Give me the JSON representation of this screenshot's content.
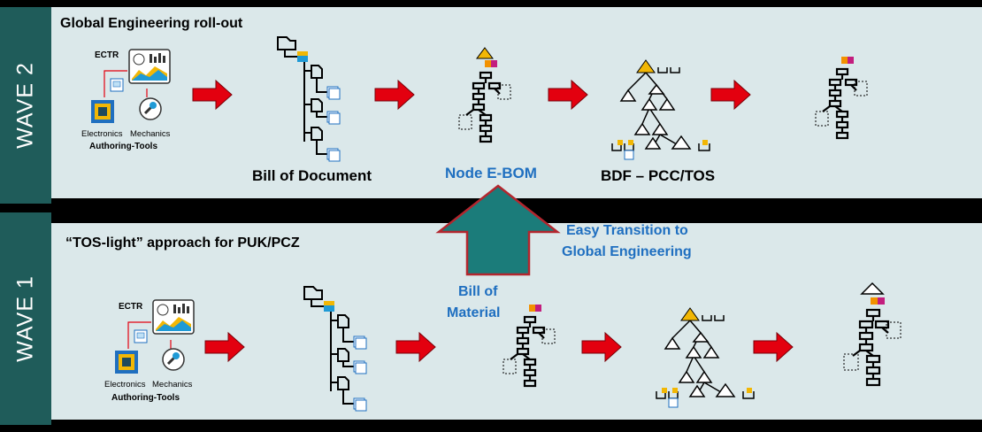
{
  "wave2": {
    "band_label": "WAVE 2",
    "title": "Global Engineering roll-out",
    "tool_box": "ECTR",
    "tool_left": "Electronics",
    "tool_right": "Mechanics",
    "authoring": "Authoring-Tools",
    "step1": "Bill of Document",
    "step2": "Node E-BOM",
    "step3": "BDF – PCC/TOS"
  },
  "wave1": {
    "band_label": "WAVE 1",
    "title": "“TOS-light” approach for PUK/PCZ",
    "tool_box": "ECTR",
    "tool_left": "Electronics",
    "tool_right": "Mechanics",
    "authoring": "Authoring-Tools",
    "bom_line1": "Bill of",
    "bom_line2": "Material"
  },
  "transition": {
    "line1": "Easy Transition to",
    "line2": "Global Engineering"
  },
  "colors": {
    "band": "#1f5c5a",
    "panel": "#dbe8ea",
    "arrow_red": "#e3000f",
    "big_arrow": "#1b7c7a",
    "big_arrow_border": "#b3262e",
    "blue_text": "#1f6fc0",
    "node_yellow": "#f2b705"
  },
  "icons": [
    "process-arrow-icon",
    "folder-tree-icon",
    "bom-tree-icon",
    "product-triangle-tree-icon",
    "upward-transition-arrow-icon",
    "ectr-dashboard-icon",
    "chip-icon",
    "wrench-icon"
  ]
}
